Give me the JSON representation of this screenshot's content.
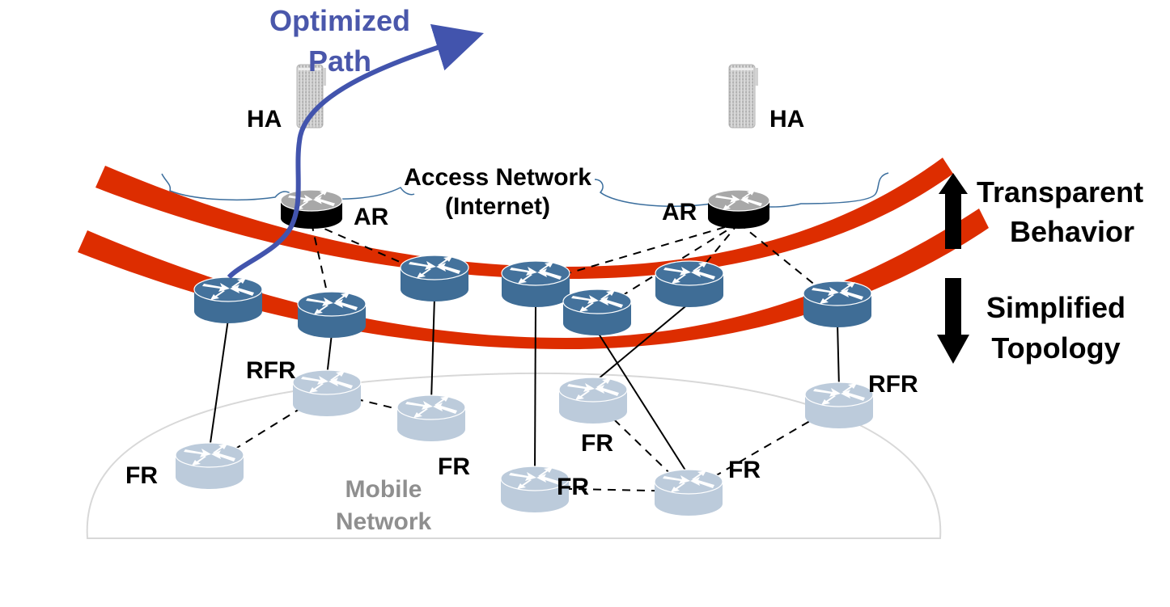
{
  "colors": {
    "band": "#dd2d00",
    "path": "#4254ad",
    "router_dark": "#3f6d96",
    "router_dark_top": "#44729c",
    "router_light": "#bccbdb",
    "router_ar_top": "#a8a8a8",
    "router_ar_body": "#000000",
    "cloud_stroke": "#3c6f9e",
    "mobile_stroke": "#d8d8d8",
    "server_fill": "#c8c8c8"
  },
  "labels": {
    "optimized_path": [
      "Optimized",
      "Path"
    ],
    "ha_left": "HA",
    "ha_right": "HA",
    "access_network": [
      "Access Network",
      "(Internet)"
    ],
    "ar_left": "AR",
    "ar_right": "AR",
    "transparent_behavior": [
      "Transparent",
      "Behavior"
    ],
    "simplified_topology": [
      "Simplified",
      "Topology"
    ],
    "mobile_network": [
      "Mobile",
      "Network"
    ],
    "rfr_left": "RFR",
    "rfr_right": "RFR",
    "fr_1": "FR",
    "fr_2": "FR",
    "fr_3": "FR",
    "fr_4": "FR",
    "fr_5": "FR"
  },
  "nodes": {
    "servers": [
      {
        "id": "ha-left",
        "label": "HA"
      },
      {
        "id": "ha-right",
        "label": "HA"
      }
    ],
    "access_routers": [
      {
        "id": "ar-left",
        "label": "AR"
      },
      {
        "id": "ar-right",
        "label": "AR"
      }
    ],
    "edge_routers": [
      {
        "id": "er-1"
      },
      {
        "id": "er-2"
      },
      {
        "id": "er-3"
      },
      {
        "id": "er-4"
      },
      {
        "id": "er-5"
      },
      {
        "id": "er-6"
      },
      {
        "id": "er-7"
      }
    ],
    "mobile_routers": [
      {
        "id": "fr-1",
        "label": "FR"
      },
      {
        "id": "rfr-left",
        "label": "RFR"
      },
      {
        "id": "fr-2",
        "label": "FR"
      },
      {
        "id": "fr-3",
        "label": "FR"
      },
      {
        "id": "fr-4",
        "label": "FR"
      },
      {
        "id": "fr-5",
        "label": "FR"
      },
      {
        "id": "rfr-right",
        "label": "RFR"
      }
    ]
  },
  "links": {
    "dashed": [
      [
        "ar-left",
        "er-2"
      ],
      [
        "ar-left",
        "er-3"
      ],
      [
        "ar-right",
        "er-4"
      ],
      [
        "ar-right",
        "er-5"
      ],
      [
        "ar-right",
        "er-6"
      ],
      [
        "ar-right",
        "er-7"
      ],
      [
        "rfr-left",
        "fr-1"
      ],
      [
        "rfr-left",
        "fr-2"
      ],
      [
        "fr-3",
        "fr-5"
      ],
      [
        "fr-4",
        "fr-5"
      ],
      [
        "fr-5",
        "rfr-right"
      ]
    ],
    "solid": [
      [
        "er-1",
        "fr-1"
      ],
      [
        "er-2",
        "rfr-left"
      ],
      [
        "er-3",
        "fr-2"
      ],
      [
        "er-4",
        "fr-4"
      ],
      [
        "er-5",
        "fr-3"
      ],
      [
        "er-6",
        "fr-5"
      ],
      [
        "er-7",
        "rfr-right"
      ]
    ]
  }
}
